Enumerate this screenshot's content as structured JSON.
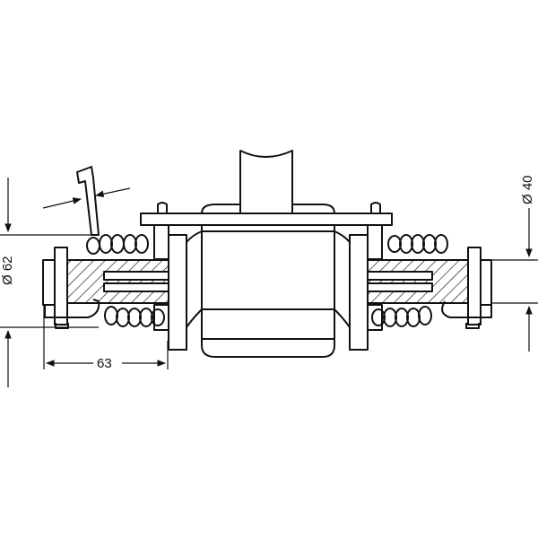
{
  "figure": {
    "description_colors": {
      "stroke": "#111111",
      "background": "#ffffff"
    },
    "dimensions": {
      "shaft_diameter": "Ø 40",
      "outer_diameter": "Ø 62",
      "length": "63"
    }
  }
}
